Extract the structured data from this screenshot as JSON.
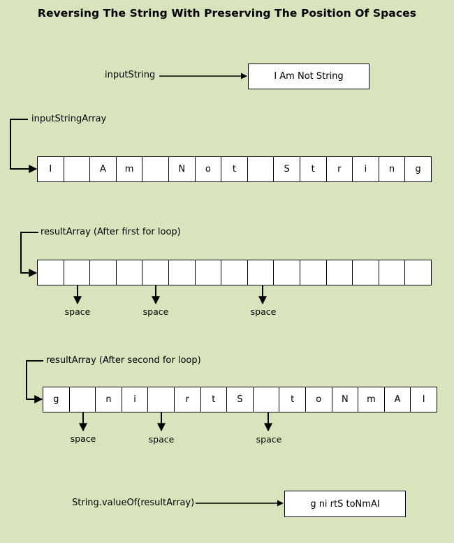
{
  "title": "Reversing The String With Preserving The Position Of Spaces",
  "input": {
    "label": "inputString",
    "value": "I Am Not String"
  },
  "input_array": {
    "label": "inputStringArray",
    "cells": [
      "I",
      "",
      "A",
      "m",
      "",
      "N",
      "o",
      "t",
      "",
      "S",
      "t",
      "r",
      "i",
      "n",
      "g"
    ]
  },
  "result_first": {
    "label": "resultArray (After first for loop)",
    "cells": [
      "",
      "",
      "",
      "",
      "",
      "",
      "",
      "",
      "",
      "",
      "",
      "",
      "",
      "",
      ""
    ],
    "space_labels": [
      "space",
      "space",
      "space"
    ]
  },
  "result_second": {
    "label": "resultArray (After second for loop)",
    "cells": [
      "g",
      "",
      "n",
      "i",
      "",
      "r",
      "t",
      "S",
      "",
      "t",
      "o",
      "N",
      "m",
      "A",
      "I"
    ],
    "space_labels": [
      "space",
      "space",
      "space"
    ]
  },
  "output": {
    "label": "String.valueOf(resultArray)",
    "value": "g ni rtS toNmAI"
  }
}
